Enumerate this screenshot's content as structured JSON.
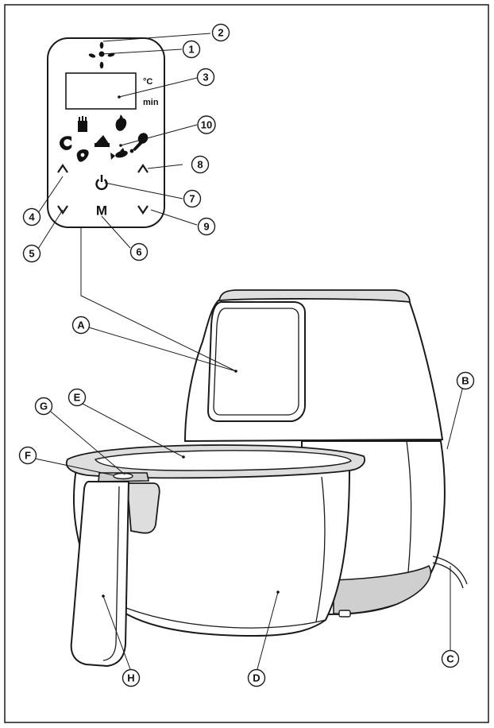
{
  "control_panel": {
    "temperature_unit": "°C",
    "time_unit": "min",
    "menu_key": "M"
  },
  "callouts": {
    "numbered": [
      "1",
      "2",
      "3",
      "4",
      "5",
      "6",
      "7",
      "8",
      "9",
      "10"
    ],
    "lettered": [
      "A",
      "B",
      "C",
      "D",
      "E",
      "F",
      "G",
      "H"
    ]
  },
  "icons": {
    "fan": "fan-icon",
    "display": "lcd-display",
    "preset_fries": "fries-icon",
    "preset_chicken": "chicken-icon",
    "preset_shrimp": "shrimp-icon",
    "preset_cake": "cake-icon",
    "preset_drumstick": "drumstick-icon",
    "preset_steak": "steak-icon",
    "preset_fish": "fish-icon",
    "power": "power-icon",
    "up": "chevron-up-icon",
    "down": "chevron-down-icon"
  },
  "colors": {
    "line": "#1a1a1a",
    "shade": "#dedede",
    "background": "#ffffff"
  }
}
